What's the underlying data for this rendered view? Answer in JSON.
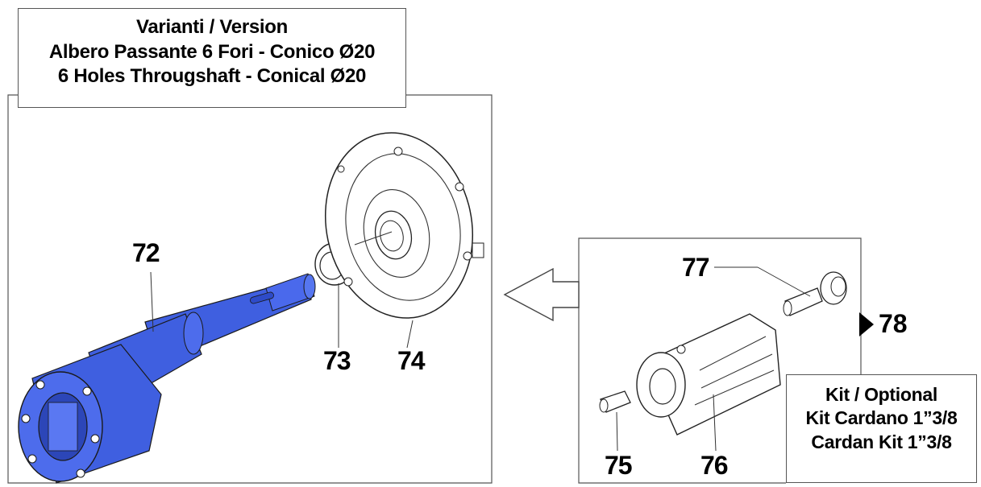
{
  "variant_box": {
    "line1": "Varianti / Version",
    "line2": "Albero Passante 6 Fori - Conico Ø20",
    "line3": "6 Holes Througshaft - Conical Ø20"
  },
  "kit_box": {
    "line1": "Kit / Optional",
    "line2": "Kit Cardano 1”3/8",
    "line3": "Cardan Kit 1”3/8"
  },
  "callouts": {
    "p72": "72",
    "p73": "73",
    "p74": "74",
    "p75": "75",
    "p76": "76",
    "p77": "77",
    "p78": "78"
  },
  "colors": {
    "shaft_fill": "#3f5fe0",
    "outline": "#333333"
  }
}
